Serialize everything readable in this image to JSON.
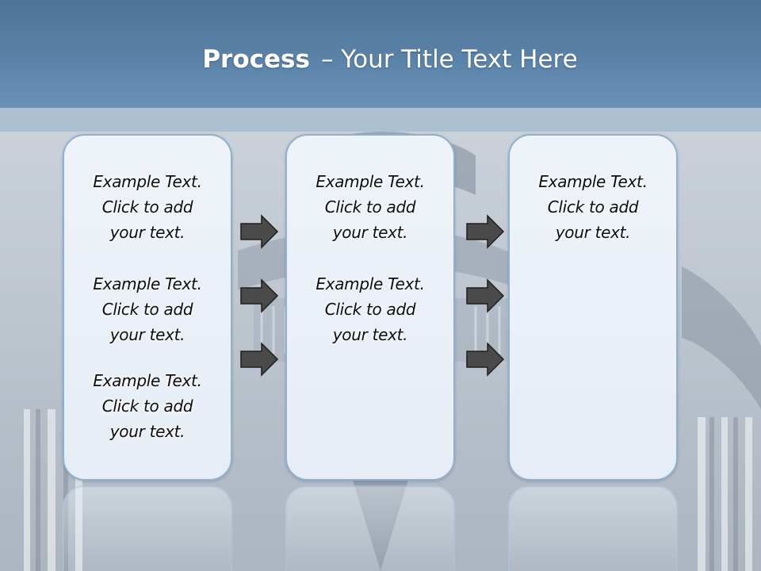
{
  "title": {
    "bold": "Process",
    "rest": "– Your Title Text Here"
  },
  "colors": {
    "header": "#5b82a8",
    "panel_fill": "#e9eff7",
    "panel_border": "#8fb0cf",
    "arrow_fill": "#4a4a4a"
  },
  "columns": [
    {
      "blocks": [
        {
          "line1": "Example Text.",
          "line2": "Click  to add",
          "line3": "your text."
        },
        {
          "line1": "Example Text.",
          "line2": "Click  to add",
          "line3": "your text."
        },
        {
          "line1": "Example Text.",
          "line2": "Click  to add",
          "line3": "your text."
        }
      ]
    },
    {
      "blocks": [
        {
          "line1": "Example Text.",
          "line2": "Click  to add",
          "line3": "your text."
        },
        {
          "line1": "Example Text.",
          "line2": "Click  to add",
          "line3": "your text."
        }
      ]
    },
    {
      "blocks": [
        {
          "line1": "Example Text.",
          "line2": "Click  to add",
          "line3": "your text."
        }
      ]
    }
  ],
  "arrow_icon": "right-arrow-icon"
}
